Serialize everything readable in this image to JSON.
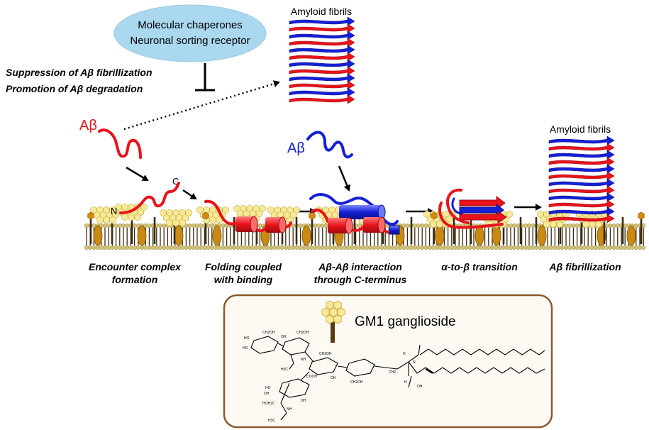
{
  "chaperone_box": {
    "line1": "Molecular chaperones",
    "line2": "Neuronal sorting receptor"
  },
  "left_notes": {
    "line1": "Suppression of Aβ fibrillization",
    "line2": "Promotion of Aβ degradation"
  },
  "fibril_labels": {
    "top": "Amyloid fibrils",
    "right": "Amyloid fibrils"
  },
  "peptide_labels": {
    "red": "Aβ",
    "blue": "Aβ",
    "n_term": "N",
    "c_term": "C"
  },
  "stages": [
    {
      "line1": "Encounter complex",
      "line2": "formation"
    },
    {
      "line1": "Folding coupled",
      "line2": "with binding"
    },
    {
      "line1": "Aβ-Aβ interaction",
      "line2": "through C-terminus"
    },
    {
      "line1": "α-to-β transition",
      "line2": ""
    },
    {
      "line1": "Aβ fibrillization",
      "line2": ""
    }
  ],
  "legend": {
    "title": "GM1 ganglioside"
  },
  "structure_labels": {
    "ch2oh_1": "CH2OH",
    "ho_1": "HO",
    "ho_2": "HO",
    "oh_1": "OH",
    "ch2oh_2": "CH2OH",
    "h3c_1": "H3C",
    "nh_1": "NH",
    "ch2oh_3": "CH2OH",
    "oh_2": "OH",
    "ch2oh_4": "CH2OH",
    "ch2_1": "CH2",
    "h_1": "H",
    "n_1": "N",
    "oh_3": "OH",
    "h_2": "H",
    "hooc": "COOH",
    "hoh2c": "HOH2C",
    "oh_4": "OH",
    "h3c_2": "H3C",
    "nh_2": "NH",
    "ho_3": "HO",
    "oh_5": "OH"
  },
  "colors": {
    "red": "#e8131b",
    "blue": "#1420d6",
    "chaperone_fill": "#a9d8ef",
    "head_fill": "#f7e99a",
    "head_stroke": "#c9ad3a",
    "bead": "#d2c27a",
    "tail": "#3b2a10",
    "orange": "#d38a10",
    "legend_border": "#8b5a2b",
    "legend_bg": "#fdfaf4"
  }
}
